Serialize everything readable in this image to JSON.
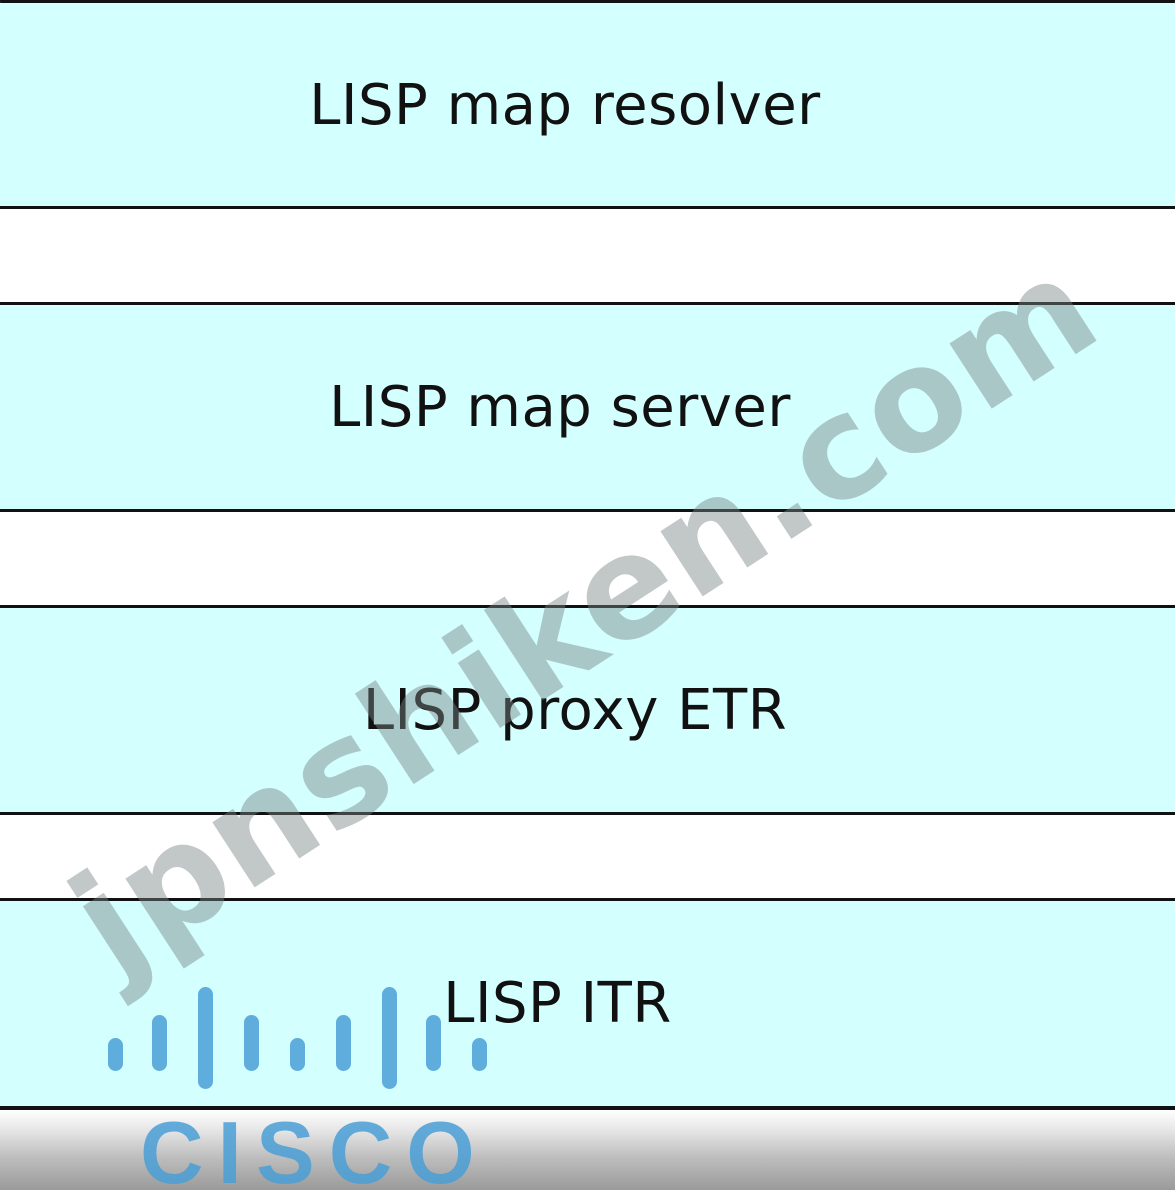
{
  "options": [
    {
      "label": "LISP map resolver"
    },
    {
      "label": "LISP map server"
    },
    {
      "label": "LISP proxy ETR"
    },
    {
      "label": "LISP ITR"
    }
  ],
  "watermark": "jpnshiken.com",
  "logo": {
    "name": "cisco-logo",
    "text": "CISCO",
    "color": "#4a9fd6"
  },
  "colors": {
    "option_bg": "#d3ffff",
    "gap_bg": "#ffffff",
    "line": "#111111"
  }
}
